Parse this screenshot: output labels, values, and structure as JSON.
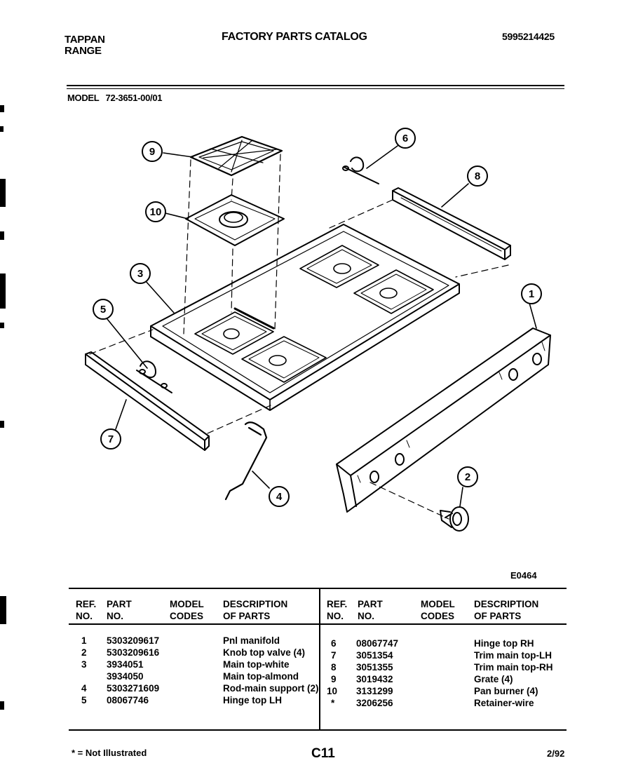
{
  "header": {
    "brand_line1": "TAPPAN",
    "brand_line2": "RANGE",
    "title": "FACTORY PARTS CATALOG",
    "catalog_number": "5995214425",
    "model_label": "MODEL",
    "model_number": "72-3651-00/01"
  },
  "diagram": {
    "figure_id": "E0464",
    "callouts": [
      "1",
      "2",
      "3",
      "4",
      "5",
      "6",
      "7",
      "8",
      "9",
      "10"
    ]
  },
  "parts_table": {
    "headers": {
      "ref": [
        "REF.",
        "NO."
      ],
      "part": [
        "PART",
        "NO."
      ],
      "model": [
        "MODEL",
        "CODES"
      ],
      "desc": [
        "DESCRIPTION",
        "OF PARTS"
      ]
    },
    "left": {
      "refs": [
        "1",
        "2",
        "3",
        "",
        "4",
        "5"
      ],
      "parts": [
        "5303209617",
        "5303209616",
        "3934051",
        "3934050",
        "5303271609",
        "08067746"
      ],
      "descs": [
        "Pnl manifold",
        "Knob top valve (4)",
        "Main top-white",
        "Main top-almond",
        "Rod-main support (2)",
        "Hinge top LH"
      ]
    },
    "right": {
      "refs": [
        "6",
        "7",
        "8",
        "9",
        "10",
        "*"
      ],
      "parts": [
        "08067747",
        "3051354",
        "3051355",
        "3019432",
        "3131299",
        "3206256"
      ],
      "descs": [
        "Hinge top RH",
        "Trim main top-LH",
        "Trim main top-RH",
        "Grate (4)",
        "Pan burner (4)",
        "Retainer-wire"
      ]
    }
  },
  "footer": {
    "note": "* = Not Illustrated",
    "page_code": "C11",
    "date": "2/92"
  }
}
